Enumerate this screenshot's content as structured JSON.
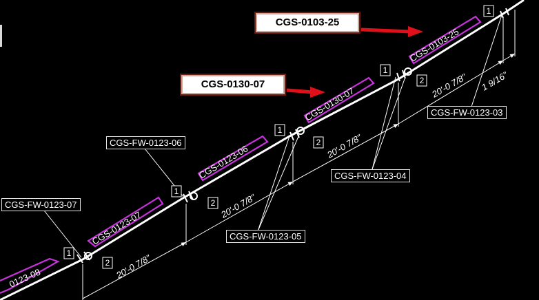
{
  "callouts": {
    "upper": "CGS-0103-25",
    "lower": "CGS-0130-07"
  },
  "segment_labels": {
    "s08": "0123-08",
    "s07": "CGS-0123-07",
    "s06": "CGS-0123-06",
    "s0130": "CGS-0130-07",
    "s0103": "CGS-0103-25"
  },
  "fw_labels": {
    "fw07": "CGS-FW-0123-07",
    "fw06": "CGS-FW-0123-06",
    "fw05": "CGS-FW-0123-05",
    "fw04": "CGS-FW-0123-04",
    "fw03": "CGS-FW-0123-03"
  },
  "dimensions": {
    "d1": "20'-0 7/8\"",
    "d2": "20'-0 7/8\"",
    "d3": "20'-0 7/8\"",
    "d4": "20'-0 7/8\"",
    "d5": "1 9/16\""
  },
  "tags": {
    "one": "1",
    "two": "2"
  },
  "colors": {
    "background": "#000000",
    "pipe": "#ffffff",
    "segment_outline": "#c832dc",
    "arrow": "#e0101a"
  }
}
